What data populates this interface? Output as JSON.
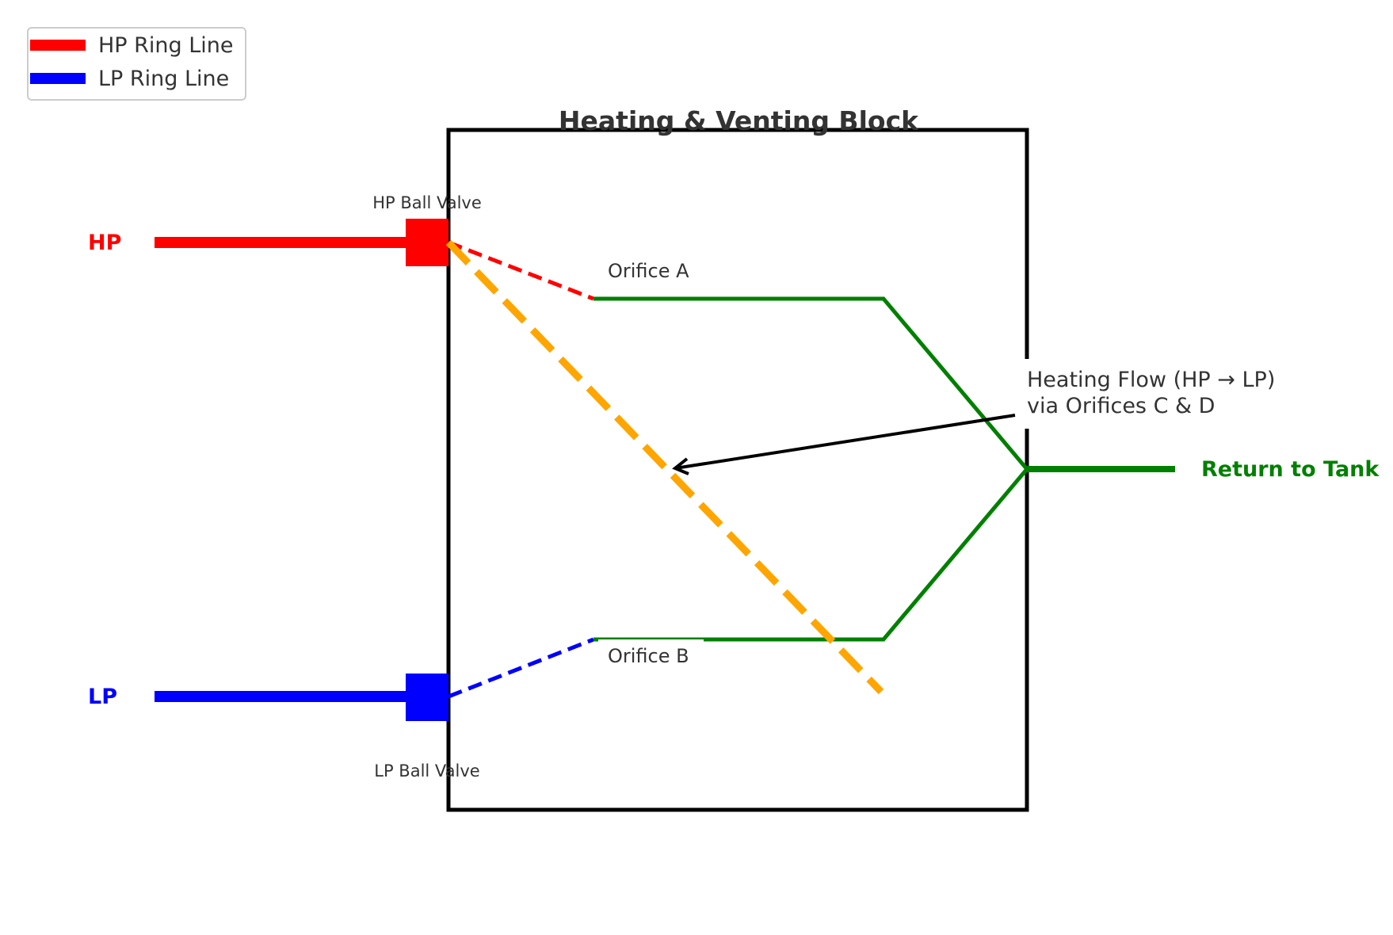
{
  "title": "Heating & Venting Block",
  "legend": {
    "items": [
      {
        "label": "HP Ring Line",
        "color": "#ff0000"
      },
      {
        "label": "LP Ring Line",
        "color": "#0000ff"
      }
    ]
  },
  "inlets": {
    "hp": {
      "label": "HP",
      "valve_label": "HP Ball Valve",
      "color": "#ff0000"
    },
    "lp": {
      "label": "LP",
      "valve_label": "LP Ball Valve",
      "color": "#0000ff"
    }
  },
  "orifices": {
    "a": {
      "label": "Orifice A"
    },
    "b": {
      "label": "Orifice B"
    }
  },
  "annotation": {
    "line1": "Heating Flow (HP → LP)",
    "line2": "via Orifices C & D"
  },
  "outlet": {
    "label": "Return to Tank",
    "color": "#008000"
  },
  "colors": {
    "block_border": "#000000",
    "heating_flow": "#ffa500",
    "return_flow": "#008000",
    "text": "#333333"
  }
}
